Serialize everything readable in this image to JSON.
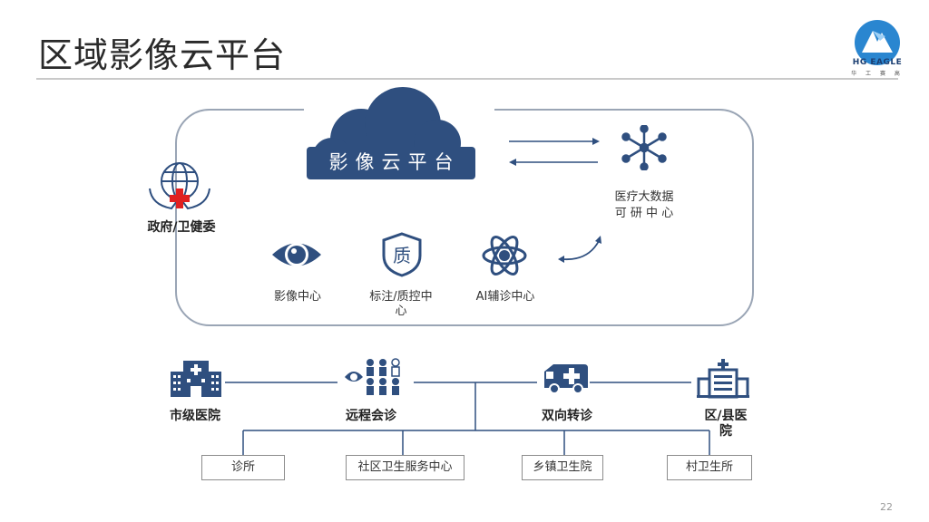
{
  "title": "区域影像云平台",
  "logo": {
    "text": "HG EAGLE",
    "sub": "华 工 赛 高"
  },
  "cloud": {
    "label": "影像云平台"
  },
  "nodes": {
    "gov": "政府/卫健委",
    "bigdata_line1": "医疗大数据",
    "bigdata_line2": "可 研 中 心",
    "imaging": "影像中心",
    "annotation_line1": "标注/质控中",
    "annotation_line2": "心",
    "ai": "AI辅诊中心",
    "quality_char": "质"
  },
  "services": {
    "city_hospital": "市级医院",
    "remote": "远程会诊",
    "referral": "双向转诊",
    "county_line1": "区/县医",
    "county_line2": "院"
  },
  "facilities": [
    "诊所",
    "社区卫生服务中心",
    "乡镇卫生院",
    "村卫生所"
  ],
  "page_number": "22",
  "colors": {
    "navy": "#2f4f7f",
    "red": "#e02020",
    "frame": "#9aa5b5"
  }
}
